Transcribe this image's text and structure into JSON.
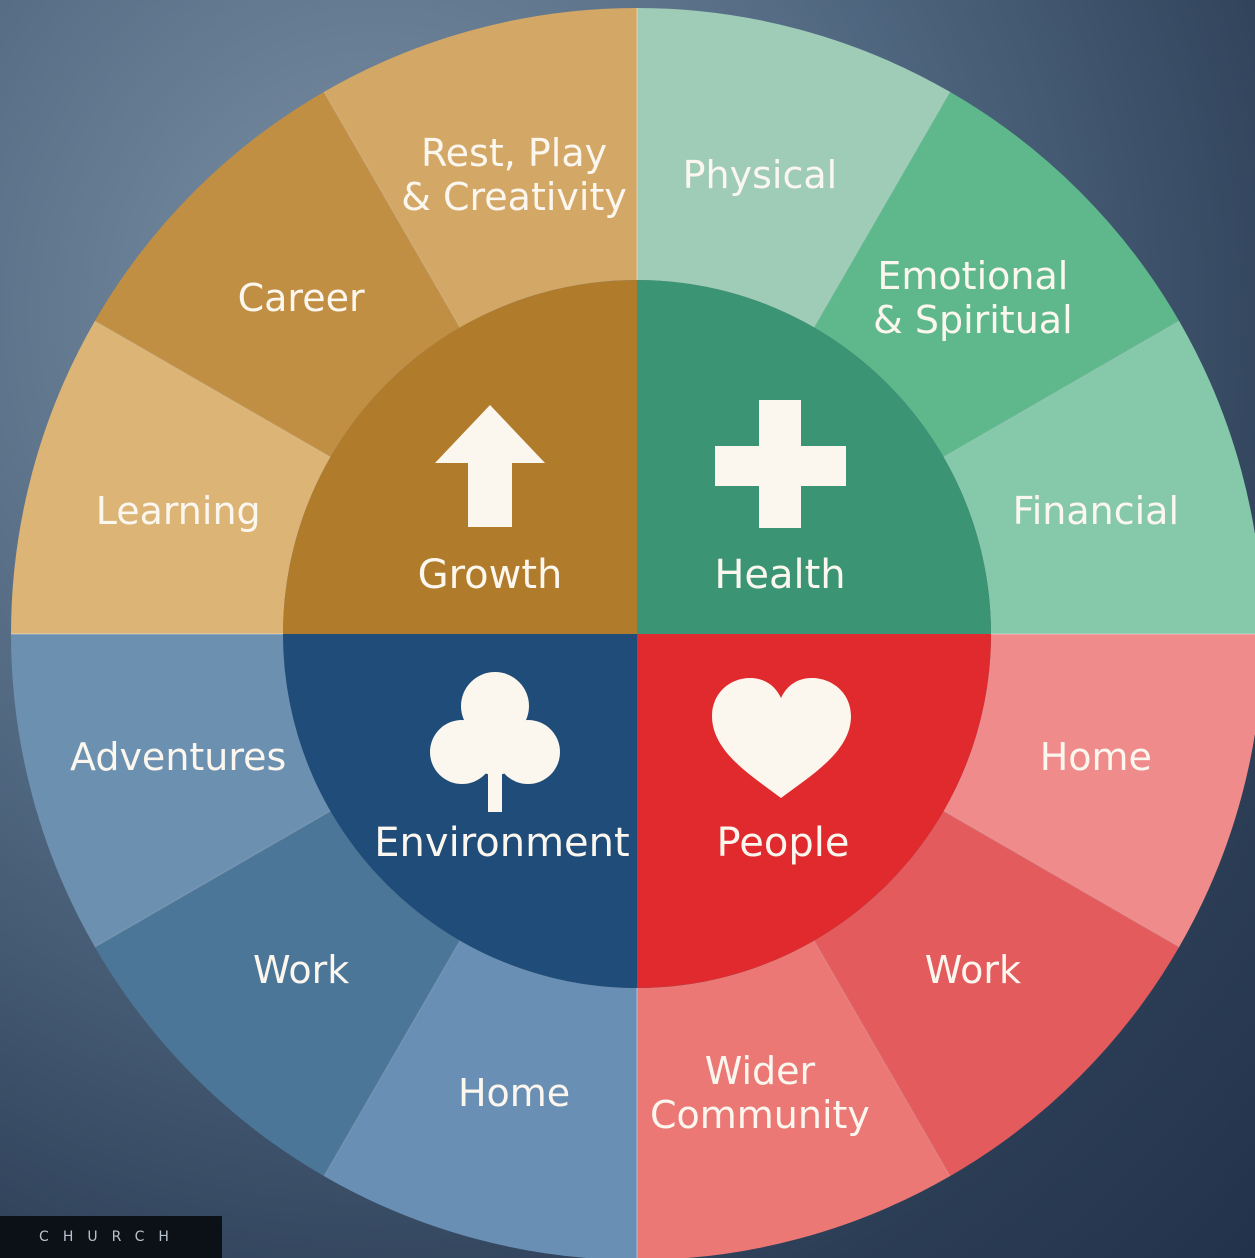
{
  "wheel": {
    "quadrants": {
      "growth": {
        "label": "Growth",
        "icon": "arrow-up-icon",
        "core_color": "#b07c2c",
        "segments": [
          {
            "lines": [
              "Rest, Play",
              "& Creativity"
            ],
            "color": "#d3a766"
          },
          {
            "lines": [
              "Career"
            ],
            "color": "#c18f43"
          },
          {
            "lines": [
              "Learning"
            ],
            "color": "#dbb476"
          }
        ]
      },
      "health": {
        "label": "Health",
        "icon": "plus-cross-icon",
        "core_color": "#3b9575",
        "segments": [
          {
            "lines": [
              "Physical"
            ],
            "color": "#9fccb7"
          },
          {
            "lines": [
              "Emotional",
              "& Spiritual"
            ],
            "color": "#5fb88c"
          },
          {
            "lines": [
              "Financial"
            ],
            "color": "#86c8aa"
          }
        ]
      },
      "people": {
        "label": "People",
        "icon": "heart-icon",
        "core_color": "#e02a2d",
        "segments": [
          {
            "lines": [
              "Home"
            ],
            "color": "#ef8b8a"
          },
          {
            "lines": [
              "Work"
            ],
            "color": "#e35b5d"
          },
          {
            "lines": [
              "Wider",
              "Community"
            ],
            "color": "#ec7876"
          }
        ]
      },
      "environment": {
        "label": "Environment",
        "icon": "tree-icon",
        "core_color": "#1f4c78",
        "segments": [
          {
            "lines": [
              "Home"
            ],
            "color": "#6a8fb4"
          },
          {
            "lines": [
              "Work"
            ],
            "color": "#4c7697"
          },
          {
            "lines": [
              "Adventures"
            ],
            "color": "#6c90b0"
          }
        ]
      }
    },
    "icon_color": "#fbf6ee"
  },
  "watermark": {
    "text": "CHURCH"
  }
}
